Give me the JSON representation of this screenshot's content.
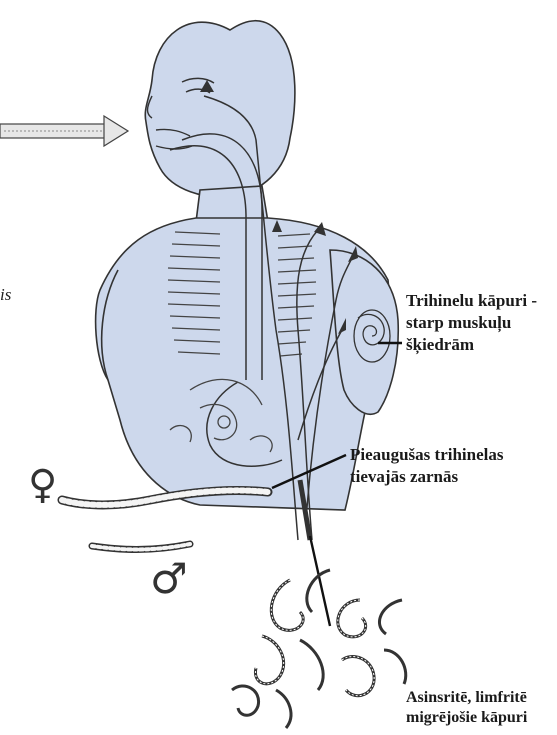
{
  "labels": {
    "muscle_larvae": [
      "Trihinelu kāpuri -",
      "starp muskuļu",
      "šķiedrām"
    ],
    "adult_worms": [
      "Pieaugušas trihinelas",
      "tievajās zarnās"
    ],
    "migrating_larvae": [
      "Asinsritē, limfritē",
      "migrējošie kāpuri"
    ],
    "left_edge_fragment": "is"
  },
  "symbols": {
    "female": "♀",
    "male": "♂"
  },
  "colors": {
    "figure_fill": "#cdd8ec",
    "outline": "#333333",
    "arrow_fill": "#e7e7e7"
  }
}
